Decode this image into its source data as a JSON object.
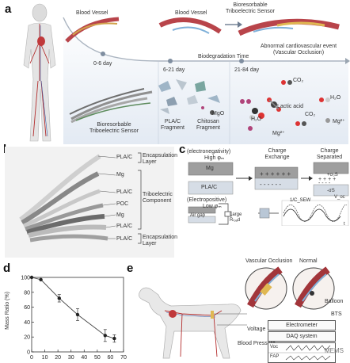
{
  "panels": {
    "a": {
      "letter": "a",
      "labels": {
        "blood_vessel_left": "Blood Vessel",
        "blood_vessel_right": "Blood Vessel",
        "bioresorbable_title": "Bioresorbable Triboelectric Sensor",
        "abnormal_event": "Abnormal cardiovascular event (Vascular Occlusion)",
        "biodegradation_time": "Biodegradation Time",
        "day_0_6": "0-6 day",
        "day_6_21": "6-21 day",
        "day_21_84": "21-84 day",
        "sensor_label": "Bioresorbable Triboelectric Sensor",
        "pla_fragment": "PLA/C Fragment",
        "chitosan_fragment": "Chitosan Fragment",
        "mgo": "MgO",
        "mg2_a": "Mg²⁺",
        "h2o_a": "H₂O",
        "co2_a": "CO₂",
        "lactic_acid": "Lactic acid",
        "h2o_b": "H₂O",
        "co2_b": "CO₂",
        "mg2_b": "Mg²⁺"
      }
    },
    "b": {
      "letter": "b",
      "layers": [
        "PLA/C",
        "Mg",
        "PLA/C",
        "POC",
        "Mg",
        "PLA/C",
        "PLA/C"
      ],
      "group_top": "Encapsulation Layer",
      "group_mid": "Triboelectric Component",
      "group_bottom": "Encapsulation Layer"
    },
    "c": {
      "letter": "c",
      "electroneg": "(electronegativity)",
      "high_phi": "High φₘ",
      "mg": "Mg",
      "pla": "PLA/C",
      "electropositive": "(Electropositive)",
      "low_phi": "Low φₘ",
      "charge_exchange": "Charge Exchange",
      "charge_separated": "Charge Separated",
      "q_top": "+σ₀S",
      "q_bottom": "-σS",
      "air_gap": "Air gap",
      "large_r": "Large Rₗₒₐd",
      "csw": "1/C_SEW",
      "voc": "V_oc",
      "t_axis": "t"
    },
    "d": {
      "letter": "d"
    },
    "e": {
      "letter": "e",
      "vascular_occlusion": "Vascular Occlusion",
      "normal": "Normal",
      "balloon": "Balloon",
      "bts": "BTS",
      "electrometer": "Electrometer",
      "voltage": "Voltage",
      "daq": "DAQ system",
      "blood_pressure": "Blood Pressure",
      "voc": "Voc",
      "fap": "FAP"
    }
  },
  "watermark": "MEMS",
  "chart_data": {
    "type": "line",
    "xlabel": "",
    "ylabel": "Mass Ratio (%)",
    "x": [
      0,
      7,
      21,
      35,
      56,
      63
    ],
    "values": [
      100,
      97,
      72,
      50,
      22,
      18
    ],
    "errors": [
      0,
      0,
      5,
      8,
      8,
      5
    ],
    "xlim": [
      0,
      70
    ],
    "ylim": [
      0,
      100
    ],
    "xticks": [
      "0",
      "10",
      "20",
      "30",
      "40",
      "50",
      "60",
      "70"
    ],
    "yticks": [
      "0",
      "20",
      "40",
      "60",
      "80",
      "100"
    ]
  }
}
